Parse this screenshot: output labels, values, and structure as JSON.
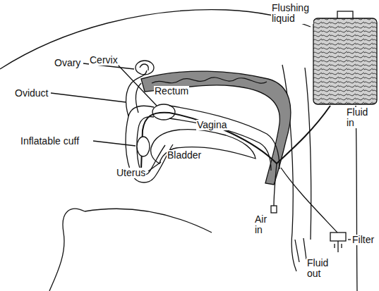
{
  "diagram": {
    "labels": [
      "Flushing liquid",
      "Ovary",
      "Cervix",
      "Rectum",
      "Oviduct",
      "Inflatable cuff",
      "Vagina",
      "Uterus",
      "Bladder",
      "Fluid in",
      "Air in",
      "Filter",
      "Fluid out"
    ]
  }
}
